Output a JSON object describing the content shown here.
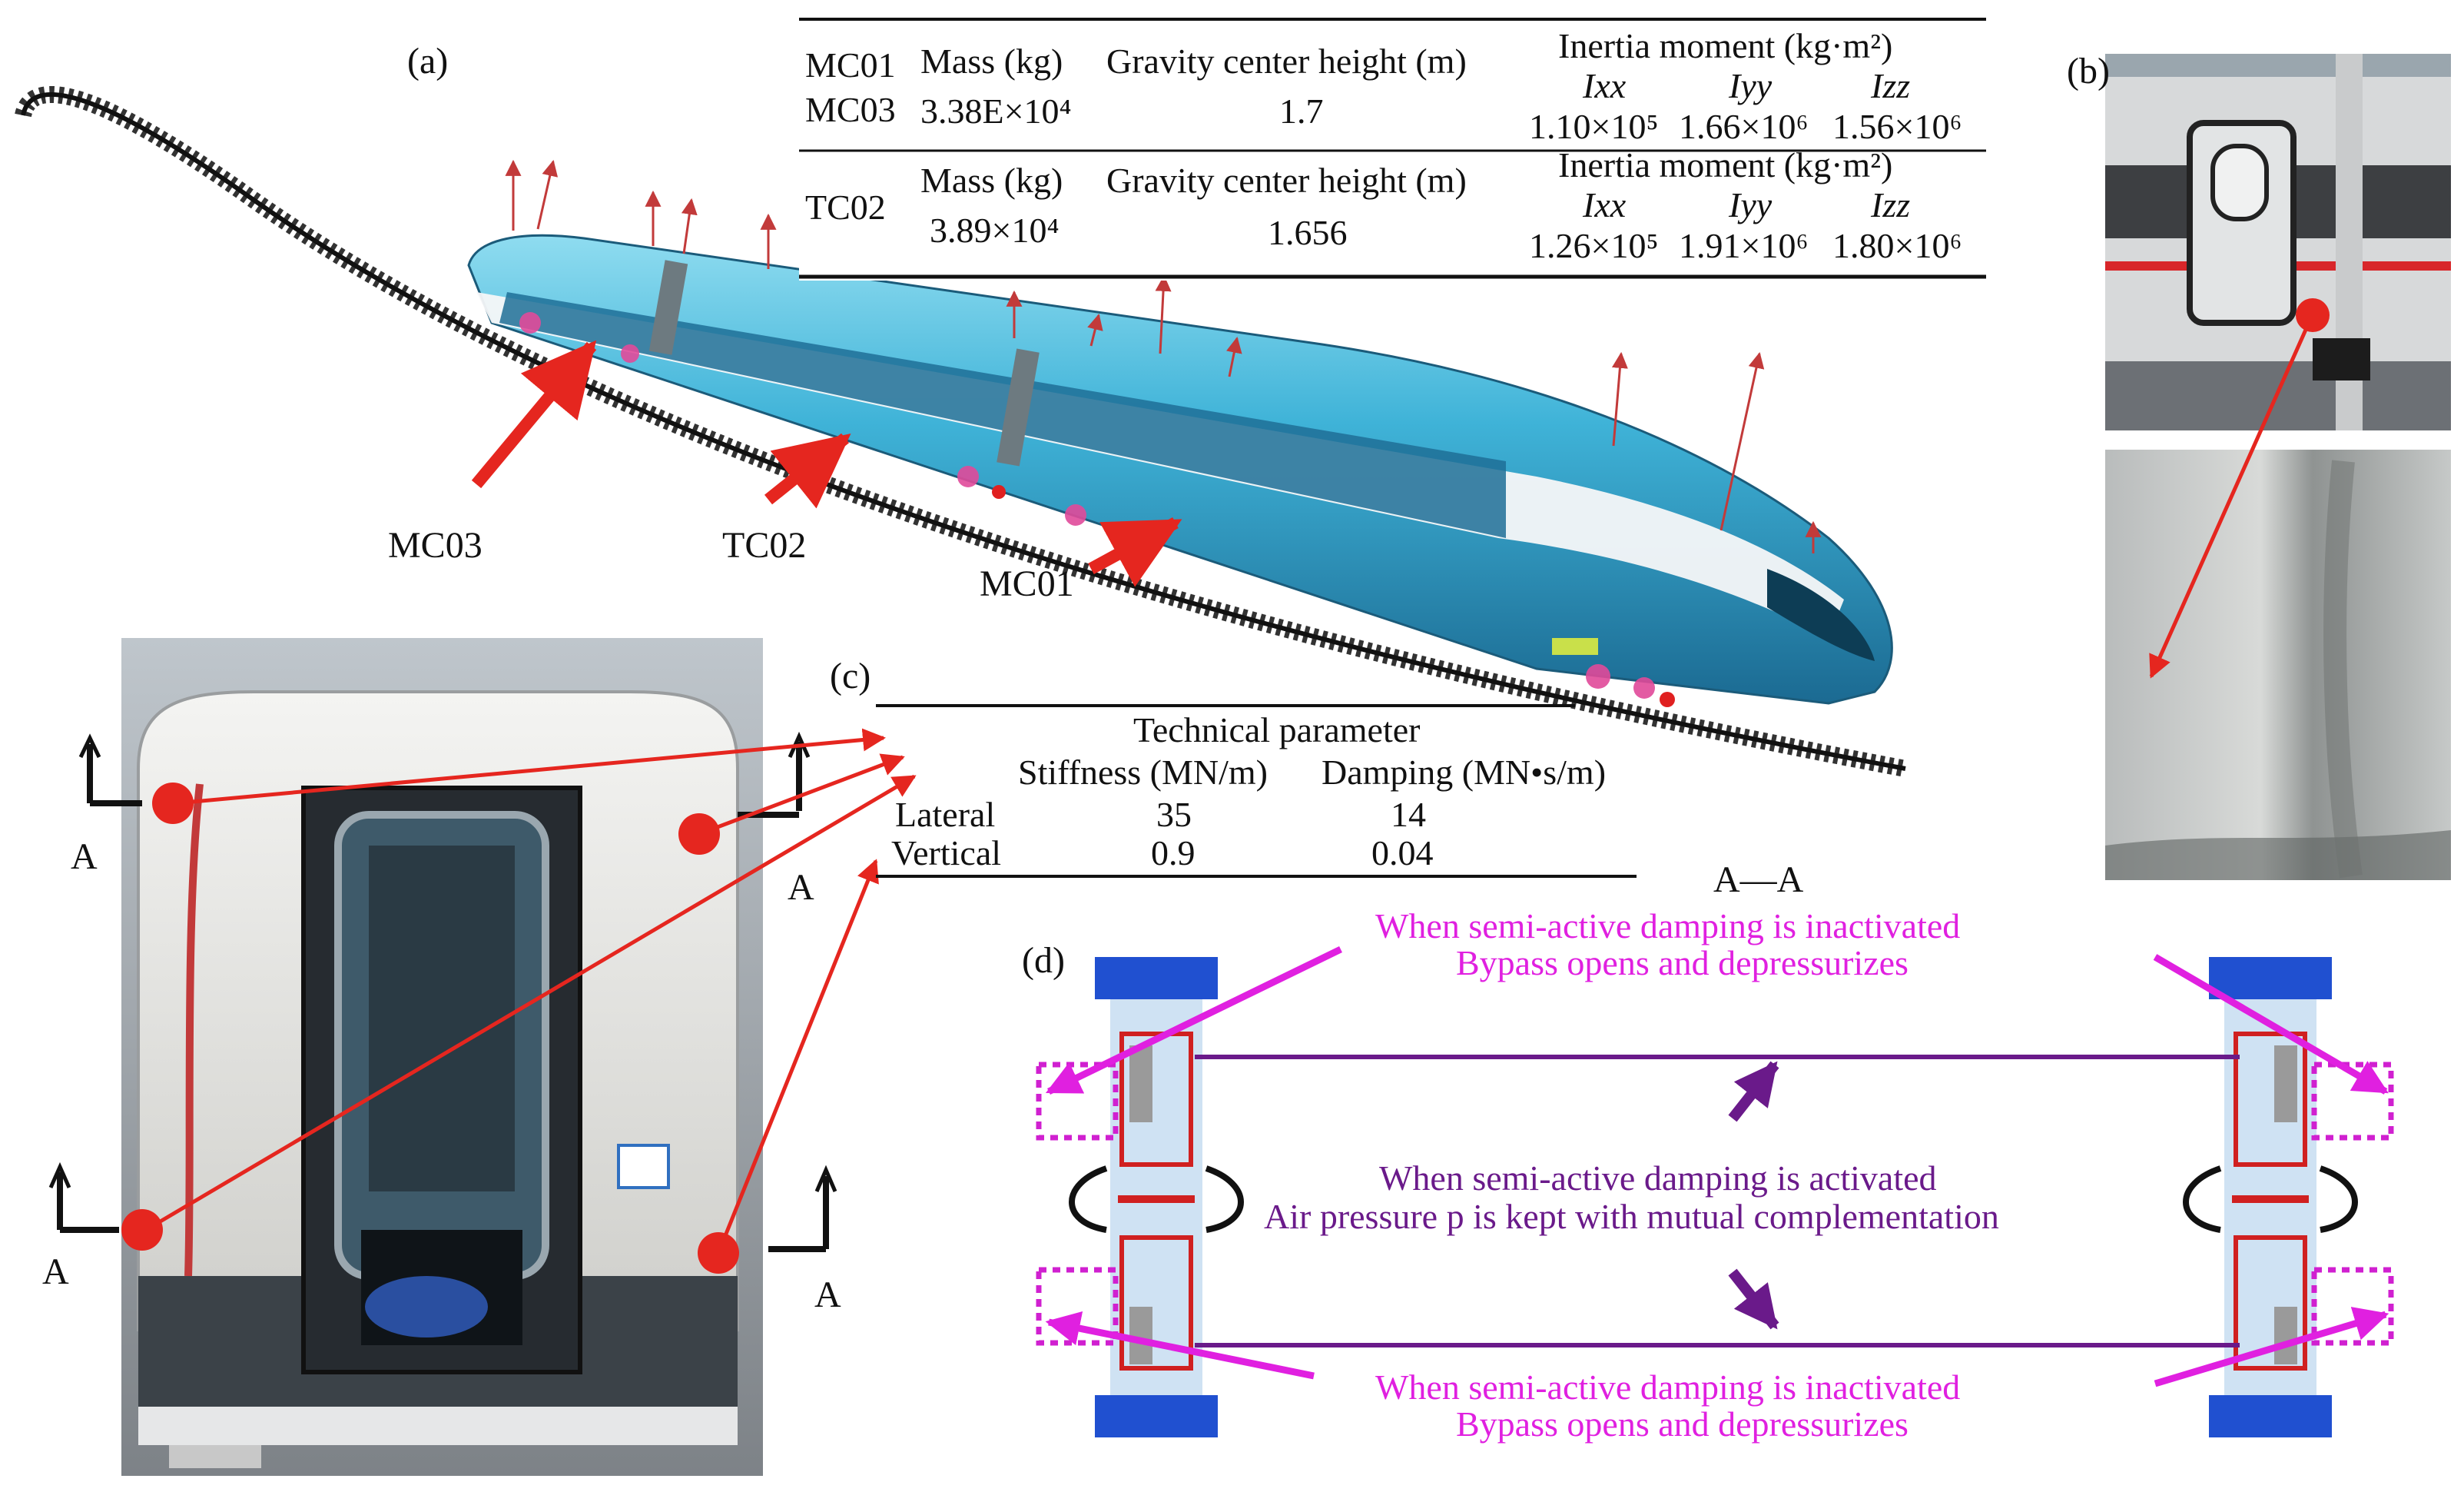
{
  "panels": {
    "a": "(a)",
    "b": "(b)",
    "c": "(c)",
    "d": "(d)"
  },
  "car_labels": {
    "mc03": "MC03",
    "tc02": "TC02",
    "mc01": "MC01"
  },
  "table_a": {
    "row1": {
      "cars_line1": "MC01",
      "cars_line2": "MC03",
      "mass_header": "Mass (kg)",
      "mass_value": "3.38E×10⁴",
      "gc_header": "Gravity center height (m)",
      "gc_value": "1.7",
      "inertia_header": "Inertia moment (kg·m²)",
      "ixx_label": "Ixx",
      "iyy_label": "Iyy",
      "izz_label": "Izz",
      "ixx": "1.10×10⁵",
      "iyy": "1.66×10⁶",
      "izz": "1.56×10⁶"
    },
    "row2": {
      "cars": "TC02",
      "mass_header": "Mass (kg)",
      "mass_value": "3.89×10⁴",
      "gc_header": "Gravity center height (m)",
      "gc_value": "1.656",
      "inertia_header": "Inertia moment (kg·m²)",
      "ixx_label": "Ixx",
      "iyy_label": "Iyy",
      "izz_label": "Izz",
      "ixx": "1.26×10⁵",
      "iyy": "1.91×10⁶",
      "izz": "1.80×10⁶"
    }
  },
  "table_c": {
    "header": "Technical parameter",
    "stiffness_header": "Stiffness (MN/m)",
    "damping_header": "Damping (MN•s/m)",
    "rows": [
      {
        "name": "Lateral",
        "stiffness": "35",
        "damping": "14"
      },
      {
        "name": "Vertical",
        "stiffness": "0.9",
        "damping": "0.04"
      }
    ]
  },
  "section_marks": {
    "a_label": "A",
    "aa_label": "A—A"
  },
  "panel_d": {
    "inactive_top_line1": "When semi-active damping is inactivated",
    "inactive_top_line2": "Bypass opens and depressurizes",
    "active_line1": "When semi-active damping is activated",
    "active_line2": "Air pressure p is kept with mutual complementation",
    "inactive_bottom_line1": "When semi-active damping is inactivated",
    "inactive_bottom_line2": "Bypass opens and depressurizes"
  },
  "colors": {
    "train_blue": "#1f6e97",
    "train_cyan": "#59c7e6",
    "arrow_red": "#e5261f",
    "pink": "#e020e0",
    "purple": "#6a1a8a",
    "plate_blue": "#2050d0"
  }
}
